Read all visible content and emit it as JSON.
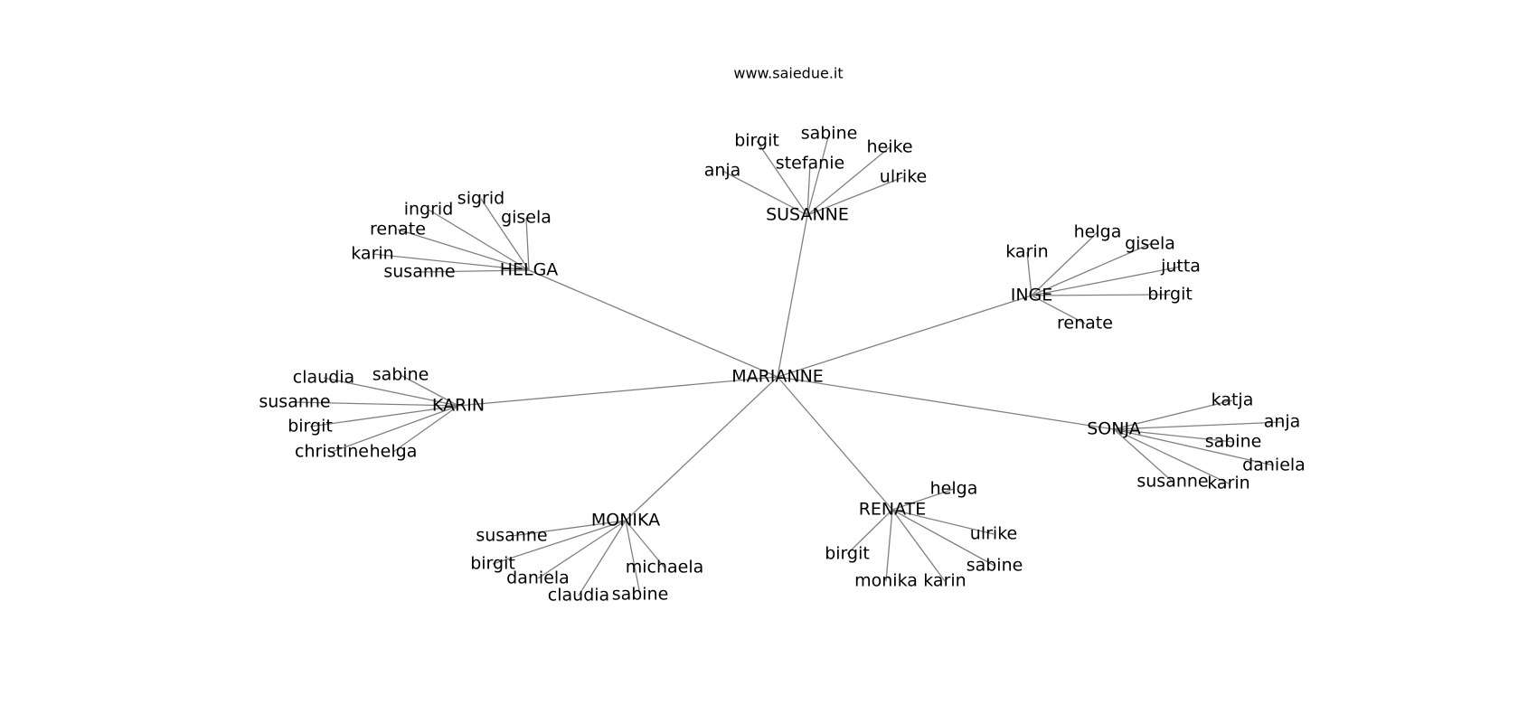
{
  "watermark": "www.saiedue.it",
  "center": "MARIANNE",
  "groups": [
    {
      "hub": "SUSANNE",
      "leaves": [
        "anja",
        "birgit",
        "stefanie",
        "sabine",
        "heike",
        "ulrike"
      ]
    },
    {
      "hub": "HELGA",
      "leaves": [
        "ingrid",
        "sigrid",
        "gisela",
        "renate",
        "karin",
        "susanne"
      ]
    },
    {
      "hub": "INGE",
      "leaves": [
        "karin",
        "helga",
        "gisela",
        "jutta",
        "birgit",
        "renate"
      ]
    },
    {
      "hub": "KARIN",
      "leaves": [
        "claudia",
        "sabine",
        "susanne",
        "birgit",
        "christine",
        "helga"
      ]
    },
    {
      "hub": "SONJA",
      "leaves": [
        "katja",
        "anja",
        "sabine",
        "daniela",
        "karin",
        "susanne"
      ]
    },
    {
      "hub": "MONIKA",
      "leaves": [
        "susanne",
        "birgit",
        "daniela",
        "claudia",
        "sabine",
        "michaela"
      ]
    },
    {
      "hub": "RENATE",
      "leaves": [
        "helga",
        "ulrike",
        "sabine",
        "karin",
        "monika",
        "birgit"
      ]
    }
  ],
  "colors": {
    "edge": "#808080",
    "text": "#000000",
    "background": "#ffffff"
  }
}
